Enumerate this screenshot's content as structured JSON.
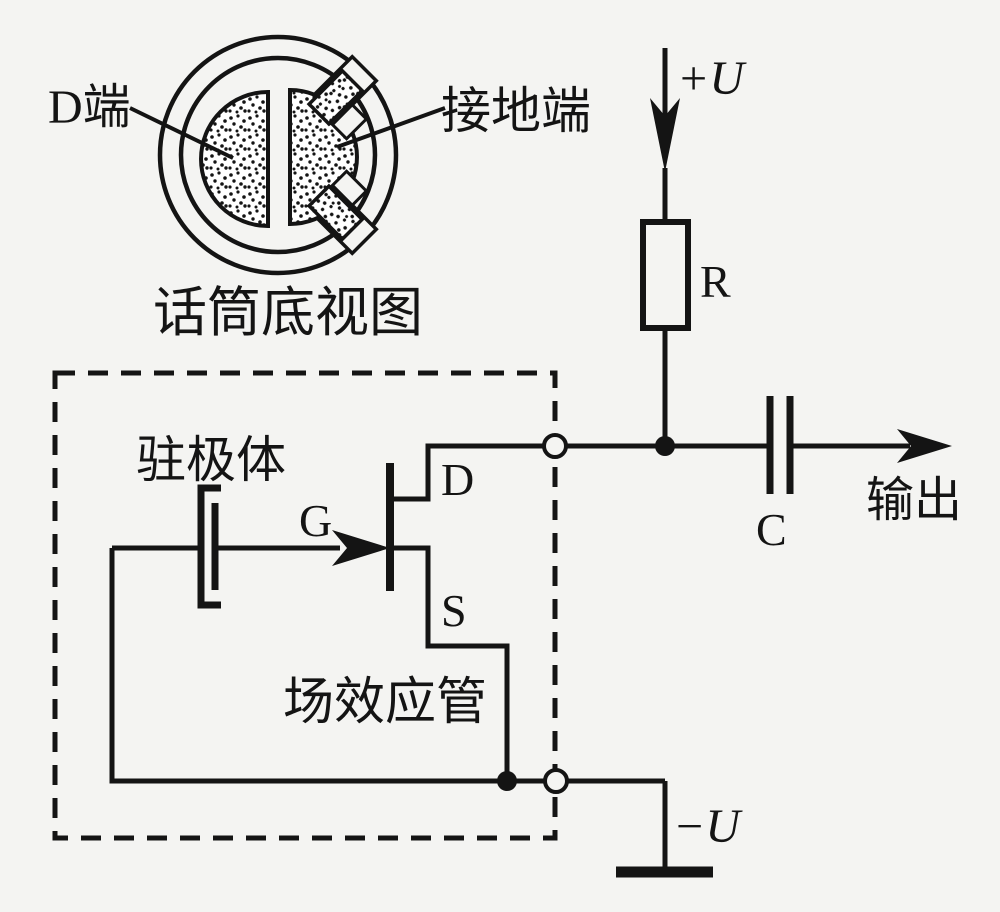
{
  "figure": {
    "colors": {
      "background": "#f4f4f2",
      "ink": "#141414"
    },
    "mic": {
      "caption": "话筒底视图",
      "d_terminal_label": "D端",
      "ground_terminal_label": "接地端"
    },
    "circuit": {
      "supply_positive_label": "+U",
      "supply_negative_label": "−U",
      "resistor_label": "R",
      "coupling_capacitor_label": "C",
      "output_label": "输出",
      "electret_label": "驻极体",
      "fet_label": "场效应管",
      "gate_label": "G",
      "drain_label": "D",
      "source_label": "S"
    }
  }
}
